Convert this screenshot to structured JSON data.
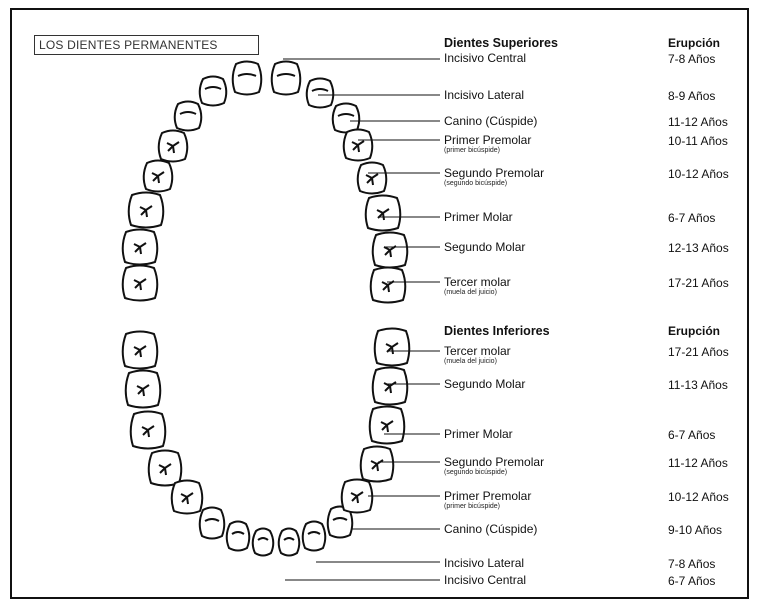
{
  "title": "LOS DIENTES PERMANENTES",
  "upper": {
    "header": "Dientes Superiores",
    "eruption_header": "Erupción",
    "rows": [
      {
        "name": "Incisivo Central",
        "sub": "",
        "age": "7-8 Años"
      },
      {
        "name": "Incisivo Lateral",
        "sub": "",
        "age": "8-9 Años"
      },
      {
        "name": "Canino (Cúspide)",
        "sub": "",
        "age": "11-12 Años"
      },
      {
        "name": "Primer Premolar",
        "sub": "(primer bicúspide)",
        "age": "10-11 Años"
      },
      {
        "name": "Segundo Premolar",
        "sub": "(segundo bicúspide)",
        "age": "10-12 Años"
      },
      {
        "name": "Primer Molar",
        "sub": "",
        "age": "6-7 Años"
      },
      {
        "name": "Segundo Molar",
        "sub": "",
        "age": "12-13 Años"
      },
      {
        "name": "Tercer molar",
        "sub": "(muela del juicio)",
        "age": "17-21 Años"
      }
    ]
  },
  "lower": {
    "header": "Dientes Inferiores",
    "eruption_header": "Erupción",
    "rows": [
      {
        "name": "Tercer molar",
        "sub": "(muela del juicio)",
        "age": "17-21 Años"
      },
      {
        "name": "Segundo Molar",
        "sub": "",
        "age": "11-13 Años"
      },
      {
        "name": "Primer Molar",
        "sub": "",
        "age": "6-7 Años"
      },
      {
        "name": "Segundo Premolar",
        "sub": "(segundo bicúspide)",
        "age": "11-12 Años"
      },
      {
        "name": "Primer Premolar",
        "sub": "(primer bicúspide)",
        "age": "10-12 Años"
      },
      {
        "name": "Canino (Cúspide)",
        "sub": "",
        "age": "9-10 Años"
      },
      {
        "name": "Incisivo Lateral",
        "sub": "",
        "age": "7-8 Años"
      },
      {
        "name": "Incisivo Central",
        "sub": "",
        "age": "6-7 Años"
      }
    ]
  }
}
